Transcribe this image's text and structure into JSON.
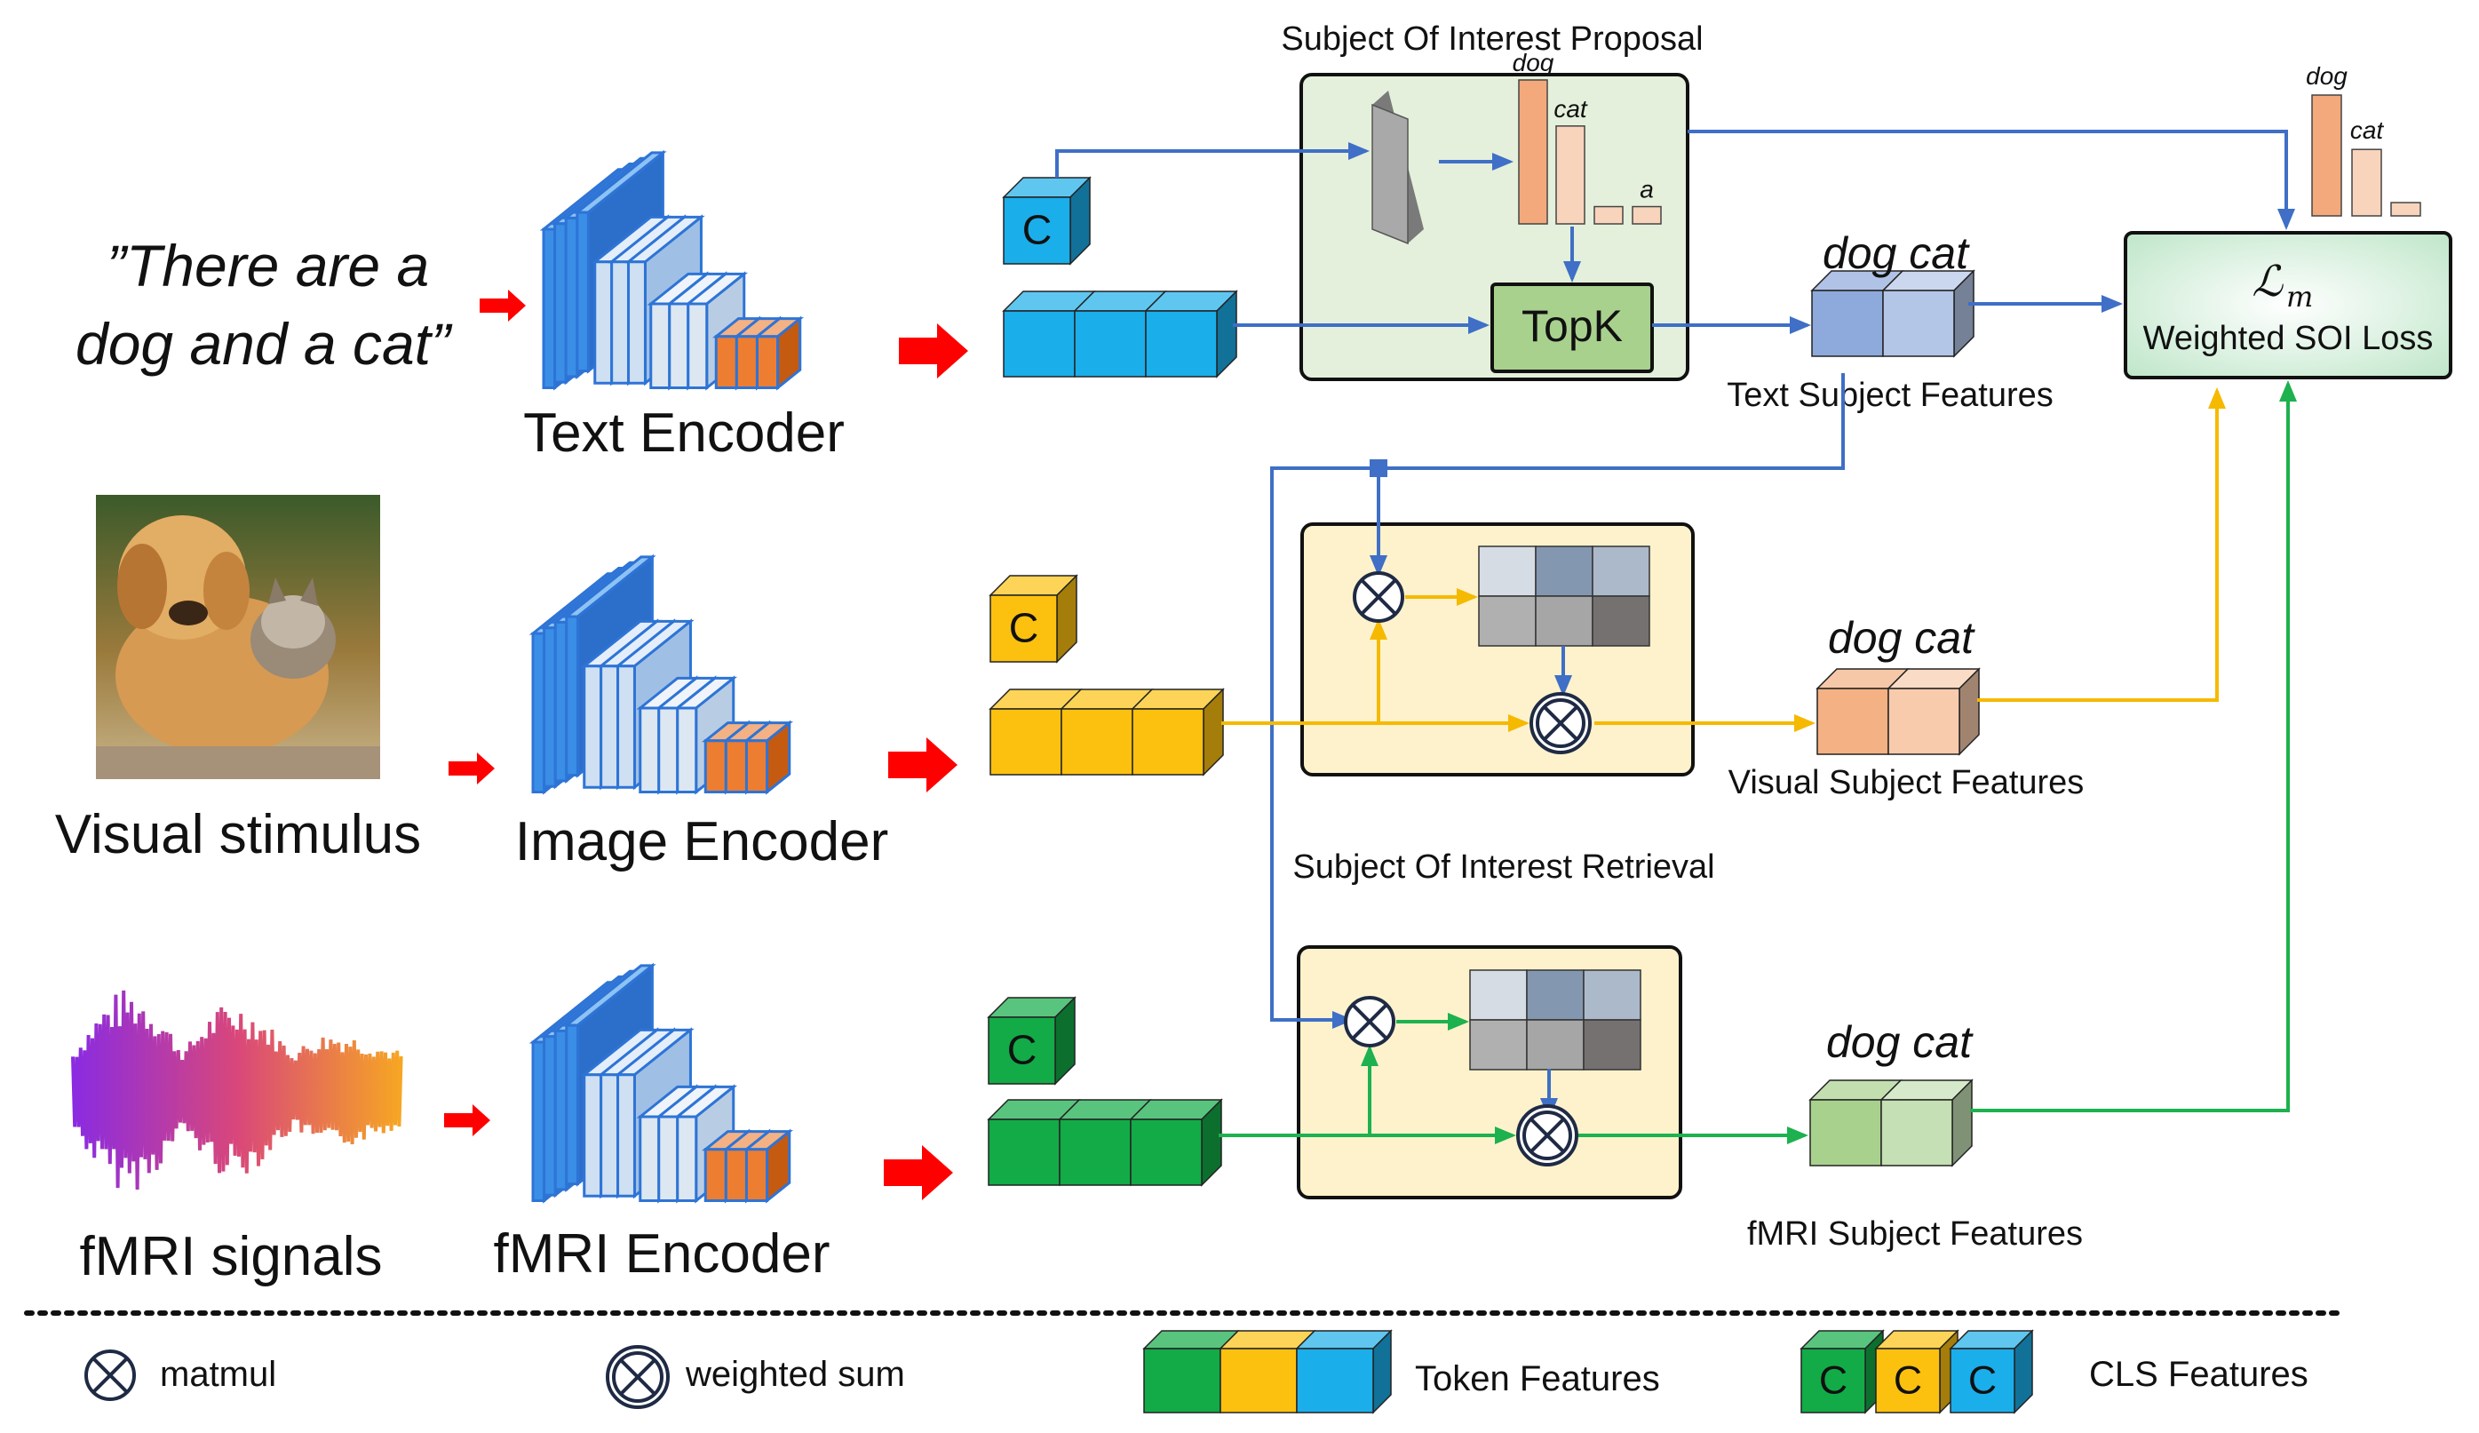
{
  "input_text": {
    "line1": "”There are a",
    "line2": "dog and a cat”"
  },
  "labels": {
    "text_encoder": "Text Encoder",
    "image_encoder": "Image Encoder",
    "fmri_encoder": "fMRI Encoder",
    "visual_stimulus": "Visual stimulus",
    "fmri_signals": "fMRI signals"
  },
  "cls_letter": "C",
  "proposal": {
    "title": "Subject Of Interest Proposal",
    "topk": "TopK",
    "bars": [
      {
        "label": "dog",
        "value": 1.0
      },
      {
        "label": "cat",
        "value": 0.68
      },
      {
        "label": "",
        "value": 0.12
      },
      {
        "label": "a",
        "value": 0.12
      }
    ]
  },
  "retrieval": {
    "title": "Subject Of Interest Retrieval"
  },
  "features": {
    "text": {
      "words": "dog cat",
      "label": "Text Subject Features"
    },
    "visual": {
      "words": "dog cat",
      "label": "Visual Subject Features"
    },
    "fmri": {
      "words": "dog cat",
      "label": "fMRI Subject Features"
    }
  },
  "loss": {
    "symbol": "ℒ",
    "subscript": "m",
    "label": "Weighted SOI Loss",
    "bars": [
      {
        "label": "dog",
        "value": 1.0
      },
      {
        "label": "cat",
        "value": 0.55
      },
      {
        "label": "",
        "value": 0.11
      }
    ]
  },
  "legend": {
    "matmul": "matmul",
    "weighted_sum": "weighted sum",
    "token_features": "Token Features",
    "cls_features": "CLS Features"
  },
  "colors": {
    "text_blue": "#1aaeea",
    "visual_yellow": "#fcc10f",
    "fmri_green": "#12ab47",
    "arrow_blue": "#3f6fc6",
    "arrow_yellow": "#f5b900",
    "arrow_green": "#1db14f",
    "red_arrow": "#ff0000",
    "proposal_bg": "#e4f0db",
    "retrieval_bg": "#fdf2cc",
    "bar_orange": "#f3a97b"
  }
}
